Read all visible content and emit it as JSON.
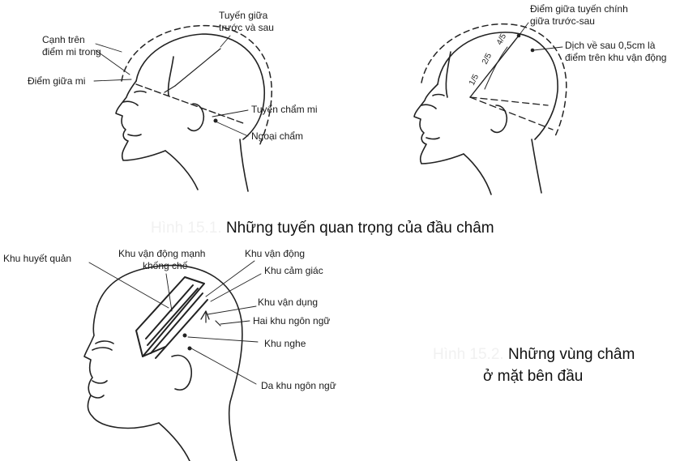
{
  "figure1": {
    "left_labels": {
      "tuyen_giua_truoc_sau": [
        "Tuyến giữa",
        "trước và sau"
      ],
      "canh_tren_diem_mi_trong": [
        "Cạnh trên",
        "điểm mi trong"
      ],
      "diem_giua_mi": "Điểm giữa mi",
      "tuyen_cham_mi": "Tuyến chẩm mi",
      "ngoai_cham": "Ngoại chẩm"
    },
    "right_labels": {
      "diem_giua_tuyen_chinh": [
        "Điểm giữa tuyến chính",
        "giữa trước-sau"
      ],
      "dich_ve_sau": [
        "Dịch về sau 0,5cm là",
        "điểm trên khu vận động"
      ],
      "frac_4_5": "4/5",
      "frac_2_5": "2/5",
      "frac_1_5": "1/5"
    },
    "caption_number": "Hình 15.1.",
    "caption_text": "Những tuyến quan trọng của đầu châm"
  },
  "figure2": {
    "labels": {
      "khu_huyet_quan": "Khu huyết quản",
      "khu_van_dong_manh_khong_che": [
        "Khu vận động mạnh",
        "khống chế"
      ],
      "khu_van_dong": "Khu vận động",
      "khu_cam_giac": "Khu cảm giác",
      "khu_van_dung": "Khu vận dụng",
      "hai_khu_ngon_ngu": "Hai khu ngôn ngữ",
      "khu_nghe": "Khu nghe",
      "da_khu_ngon_ngu": "Da khu ngôn ngữ"
    },
    "caption_number": "Hình 15.2.",
    "caption_text": [
      "Những vùng châm",
      "ở mặt bên đầu"
    ]
  }
}
